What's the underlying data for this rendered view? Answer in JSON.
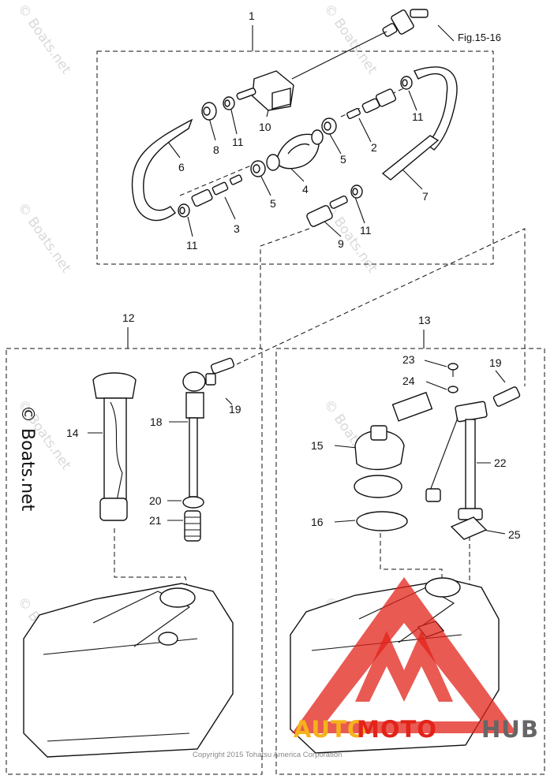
{
  "diagram": {
    "callouts": [
      "1",
      "2",
      "3",
      "4",
      "5",
      "5",
      "6",
      "7",
      "8",
      "9",
      "10",
      "11",
      "11",
      "11",
      "11",
      "12",
      "13",
      "14",
      "15",
      "16",
      "18",
      "19",
      "19",
      "20",
      "21",
      "22",
      "23",
      "24",
      "25"
    ],
    "figure_ref": "Fig.15-16",
    "copyright": "Copyright 2015 Tohatsu America Corporation",
    "watermark": "© Boats.net",
    "brand": {
      "part1": "AUTO",
      "part2": "MOTO",
      "part3": "HUB"
    },
    "colors": {
      "line": "#111111",
      "brand_red": "#e2231a",
      "brand_gold": "#f6b21b",
      "brand_gray": "#666666",
      "watermark": "#d9d9d9"
    }
  }
}
